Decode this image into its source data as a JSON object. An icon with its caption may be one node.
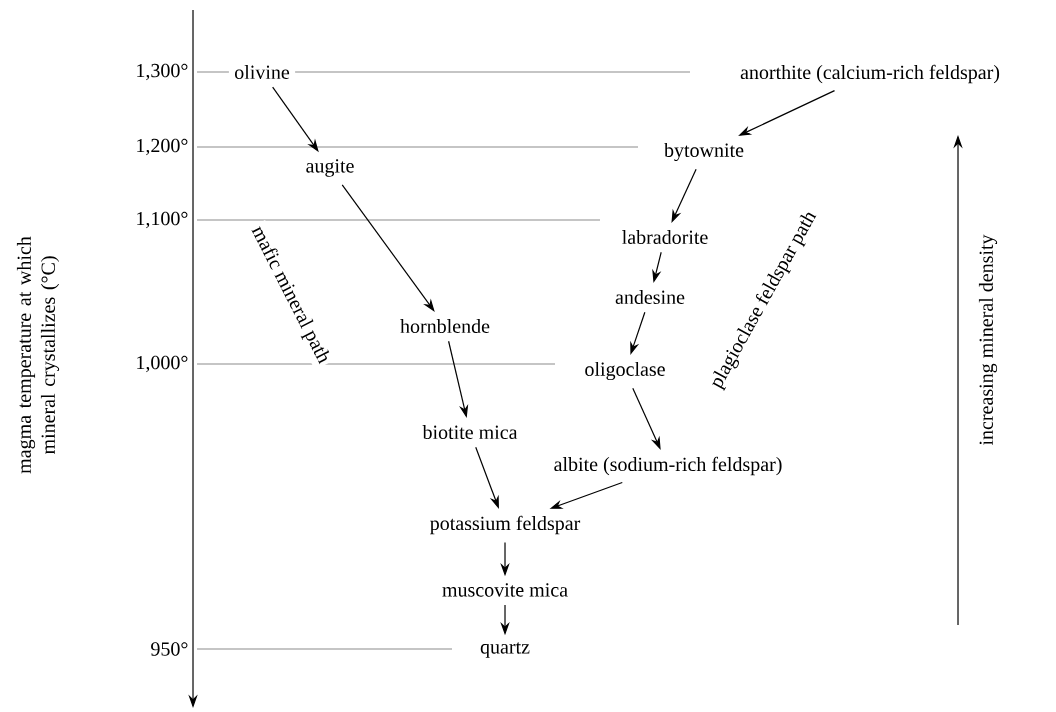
{
  "diagram": {
    "nodes": [
      {
        "text": [
          "olivine"
        ]
      },
      {
        "text": [
          "anorthite (calcium-rich feldspar)"
        ]
      },
      {
        "text": [
          "bytownite"
        ]
      },
      {
        "text": [
          "augite"
        ]
      },
      {
        "text": [
          "labradorite"
        ]
      },
      {
        "text": [
          "andesine"
        ]
      },
      {
        "text": [
          "hornblende"
        ]
      },
      {
        "text": [
          "oligoclase"
        ]
      },
      {
        "text": [
          "biotite mica"
        ]
      },
      {
        "text": [
          "albite (sodium-rich feldspar)"
        ]
      },
      {
        "text": [
          "potassium feldspar"
        ]
      },
      {
        "text": [
          "muscovite mica"
        ]
      },
      {
        "text": [
          "quartz"
        ]
      }
    ],
    "edges": [
      {
        "from": 0,
        "to": 3,
        "arrow": "to"
      },
      {
        "from": 3,
        "to": 6,
        "arrow": "to"
      },
      {
        "from": 6,
        "to": 8,
        "arrow": "to"
      },
      {
        "from": 8,
        "to": 10,
        "arrow": "to"
      },
      {
        "from": 1,
        "to": 2,
        "arrow": "to"
      },
      {
        "from": 2,
        "to": 4,
        "arrow": "to"
      },
      {
        "from": 4,
        "to": 5,
        "arrow": "to"
      },
      {
        "from": 5,
        "to": 7,
        "arrow": "to"
      },
      {
        "from": 7,
        "to": 9,
        "arrow": "to"
      },
      {
        "from": 9,
        "to": 10,
        "arrow": "to"
      },
      {
        "from": 10,
        "to": 11,
        "arrow": "to"
      },
      {
        "from": 11,
        "to": 12,
        "arrow": "to"
      }
    ],
    "labels": [
      "magma temperature at which mineral crystallizes (°C)",
      "1,300°",
      "1,200°",
      "1,100°",
      "1,000°",
      "950°",
      "mafic mineral path",
      "plagioclase feldspar path",
      "increasing mineral density"
    ]
  }
}
